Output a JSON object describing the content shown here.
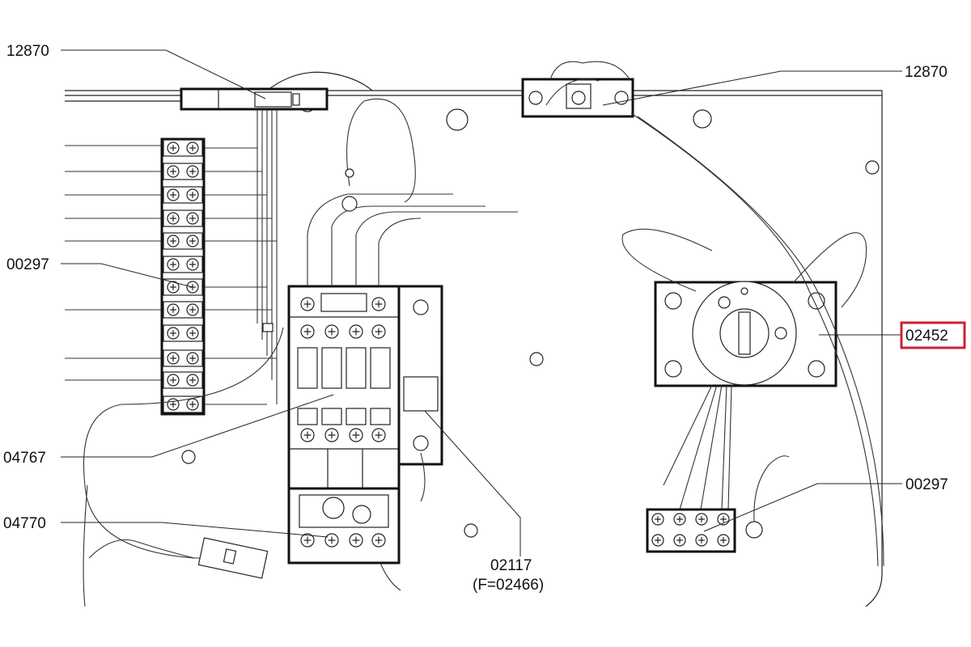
{
  "callouts": {
    "top_left": "12870",
    "top_right": "12870",
    "left_terminal": "00297",
    "right_switch": "02452",
    "left_contactor": "04767",
    "right_terminal": "00297",
    "overload": "04770",
    "breaker_code": "02117",
    "breaker_sub": "(F=02466)"
  },
  "colors": {
    "highlight": "#cc2233",
    "line": "#222222"
  }
}
